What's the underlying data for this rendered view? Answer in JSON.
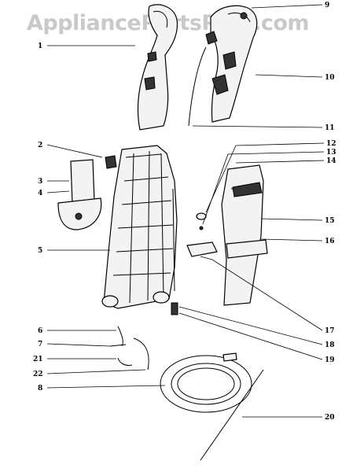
{
  "watermark": "AppliancePartsPros.com",
  "callouts": {
    "c1": "1",
    "c2": "2",
    "c3": "3",
    "c4": "4",
    "c5": "5",
    "c6": "6",
    "c7": "7",
    "c8": "8",
    "c9": "9",
    "c10": "10",
    "c11": "11",
    "c12": "12",
    "c13": "13",
    "c14": "14",
    "c15": "15",
    "c16": "16",
    "c17": "17",
    "c18": "18",
    "c19": "19",
    "c20": "20",
    "c21": "21",
    "c22": "22"
  },
  "colors": {
    "line": "#000000",
    "watermark": "#c9c9c9",
    "fill": "#f3f3f3"
  }
}
